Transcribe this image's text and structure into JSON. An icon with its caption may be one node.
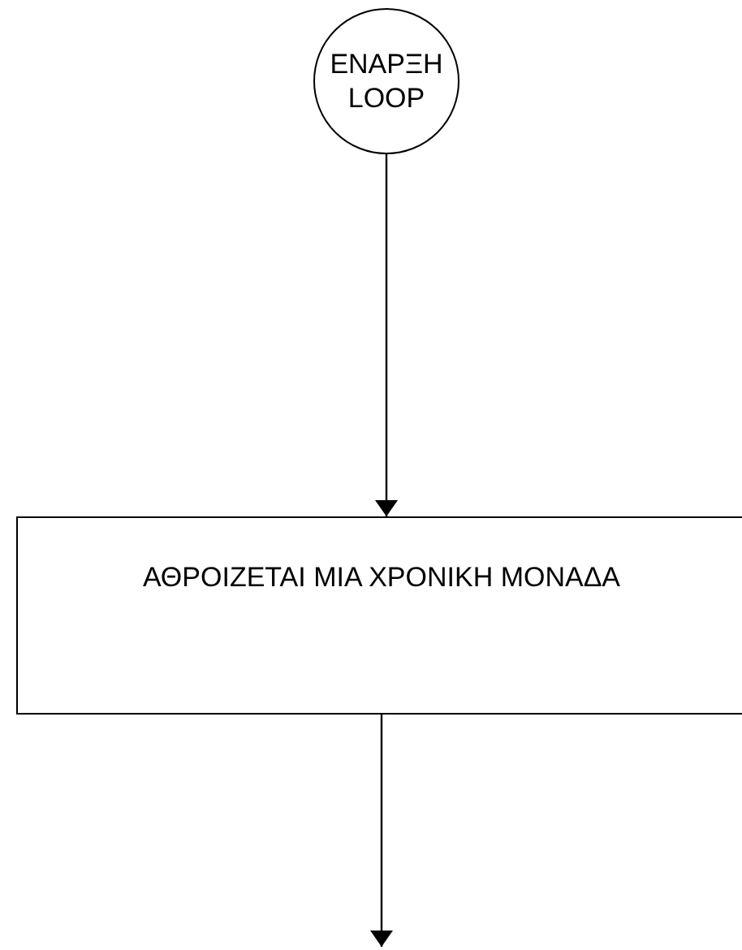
{
  "diagram": {
    "nodes": [
      {
        "text": [
          "ΕΝΑΡΞΗ LOOP"
        ]
      },
      {
        "text": [
          "ΑΘΡΟΙΖΕΤΑΙ ΜΙΑ ΧΡΟΝΙΚΗ ΜΟΝΑΔΑ"
        ]
      }
    ],
    "edges": [
      {
        "from": 0,
        "to": 1,
        "arrow": "to"
      },
      {
        "from": 1,
        "to": null,
        "arrow": "to"
      }
    ]
  }
}
